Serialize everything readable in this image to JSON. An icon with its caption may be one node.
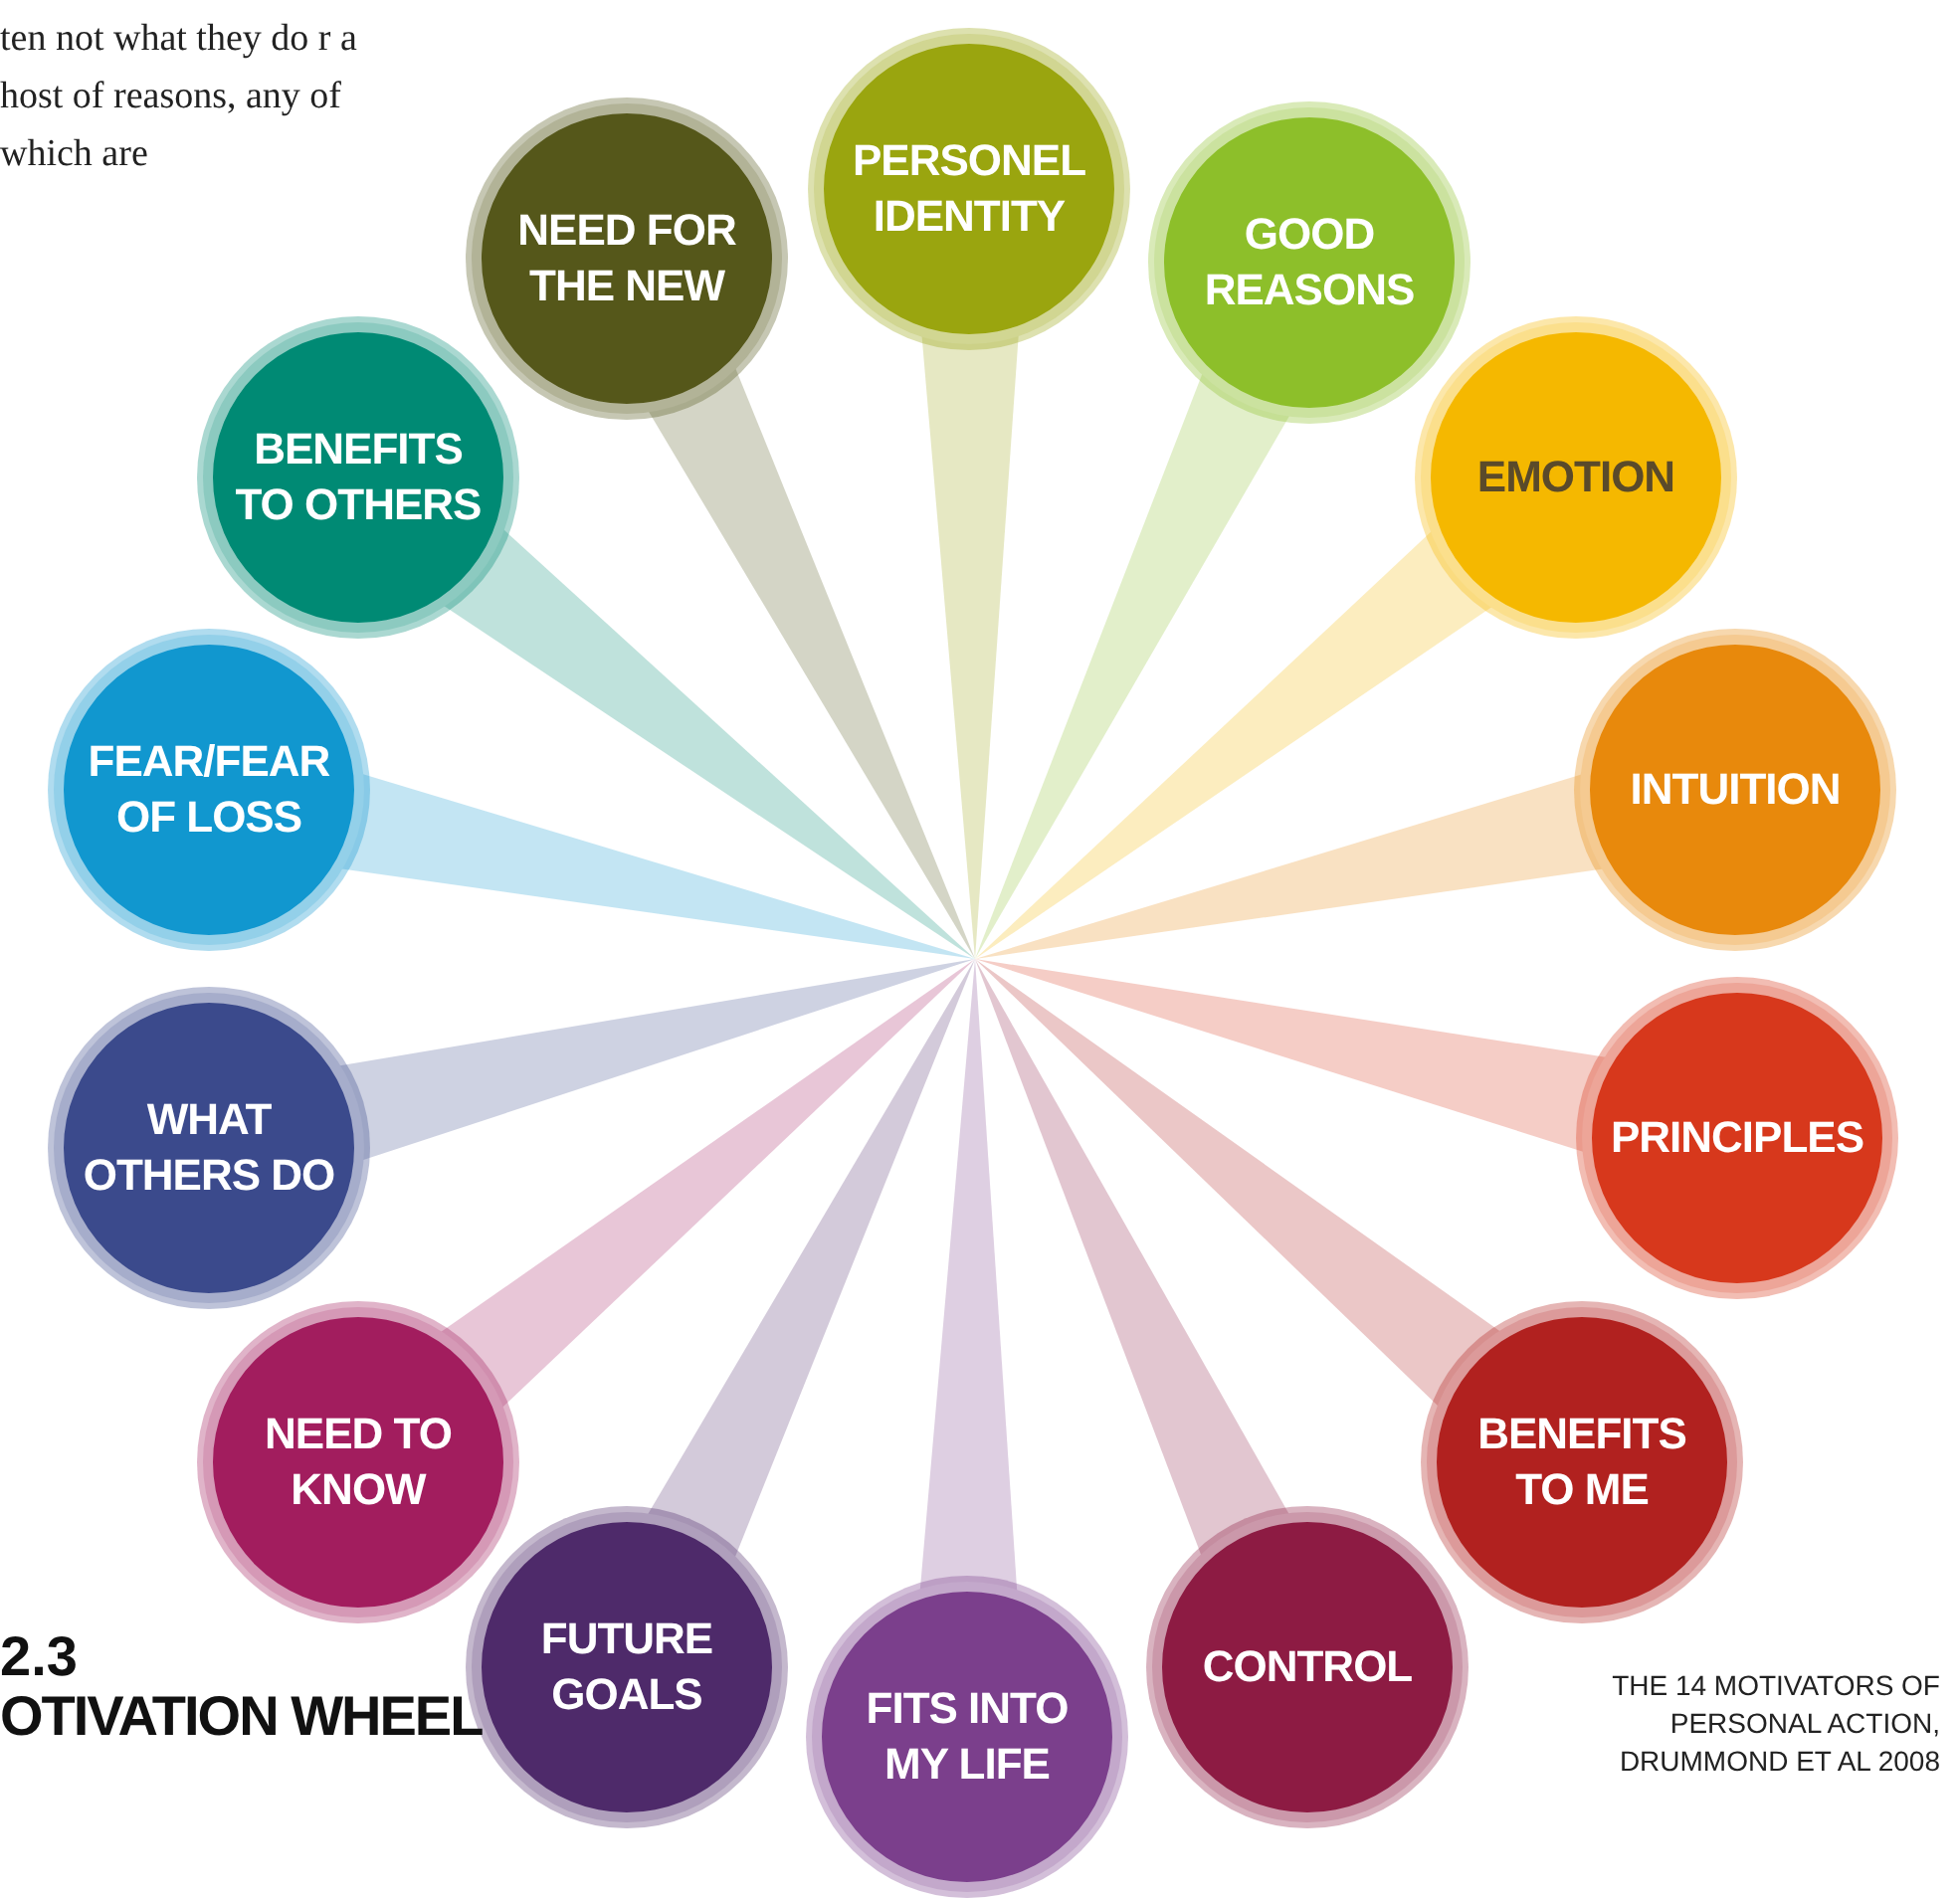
{
  "diagram": {
    "caption": "THE 14 MOTIVATORS OF PERSONAL ACTION, DRUMMOND ET AL 2008",
    "nodes": [
      {
        "text": [
          "PERSONEL IDENTITY"
        ]
      },
      {
        "text": [
          "GOOD REASONS"
        ]
      },
      {
        "text": [
          "EMOTION"
        ]
      },
      {
        "text": [
          "INTUITION"
        ]
      },
      {
        "text": [
          "PRINCIPLES"
        ]
      },
      {
        "text": [
          "BENEFITS TO ME"
        ]
      },
      {
        "text": [
          "CONTROL"
        ]
      },
      {
        "text": [
          "FITS INTO MY LIFE"
        ]
      },
      {
        "text": [
          "FUTURE GOALS"
        ]
      },
      {
        "text": [
          "NEED TO KNOW"
        ]
      },
      {
        "text": [
          "WHAT OTHERS DO"
        ]
      },
      {
        "text": [
          "FEAR/FEAR OF LOSS"
        ]
      },
      {
        "text": [
          "BENEFITS TO OTHERS"
        ]
      },
      {
        "text": [
          "NEED FOR THE NEW"
        ]
      }
    ],
    "labels": [
      "ten not what they do r a host of reasons, any of which are",
      "2.3",
      "OTIVATION WHEEL"
    ]
  }
}
